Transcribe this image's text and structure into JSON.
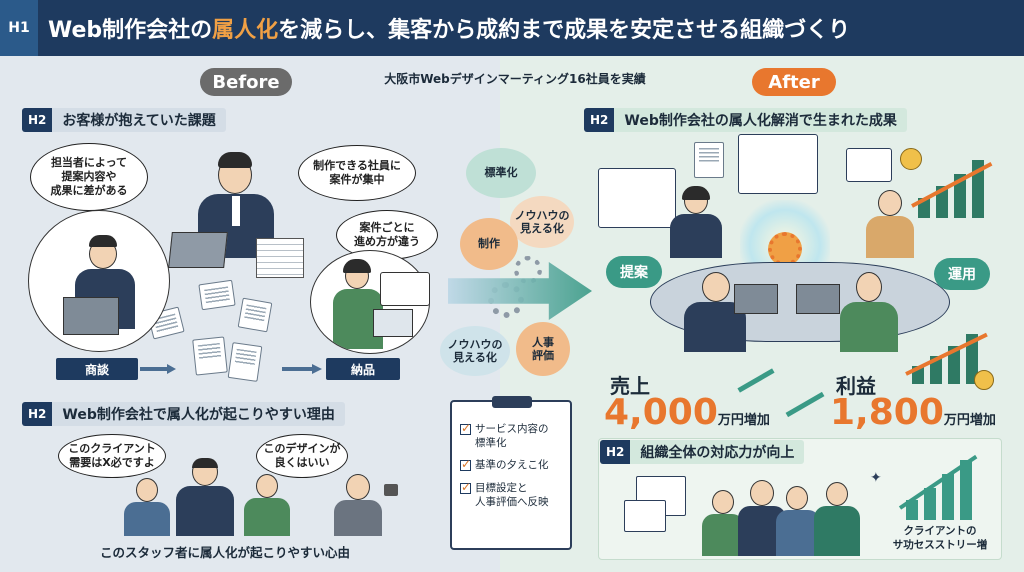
{
  "header": {
    "tag": "H1",
    "title_part1": "Web制作会社の",
    "title_highlight": "属人化",
    "title_part2": "を減らし、集客から成約まで成果を安定させる組織づくり"
  },
  "subtitle": "大阪市Webデザインマーティング16社員を実績",
  "before": {
    "label": "Before",
    "section1": {
      "tag": "H2",
      "title": "お客様が抱えていた課題"
    },
    "bubbles": [
      "担当者によって\n提案内容や\n成果に差がある",
      "制作できる社員に\n案件が集中",
      "案件ごとに\n進め方が違う"
    ],
    "speech_dots": "・・・",
    "flow_start": "商談",
    "flow_end": "納品",
    "section2": {
      "tag": "H2",
      "title": "Web制作会社で属人化が起こりやすい理由"
    },
    "reason_bubbles": [
      "このクライアント\n需要はX必ですよ",
      "このデザインが\n良くはいい"
    ],
    "caption": "このスタッフ者に属人化が起こりやすい心由"
  },
  "middle": {
    "gears": [
      "標準化",
      "ノウハウの\n見える化",
      "制作",
      "ノウハウの\n見える化",
      "人事\n評価"
    ],
    "checklist": [
      "サービス内容の\n標準化",
      "基準の夕えこ化",
      "目標設定と\n人事評価へ反映"
    ]
  },
  "after": {
    "label": "After",
    "section1": {
      "tag": "H2",
      "title": "Web制作会社の属人化解消で生まれた成果"
    },
    "cycle_left": "提案",
    "cycle_right": "運用",
    "sales": {
      "label": "売上",
      "value": "4,000",
      "unit": "万円増加"
    },
    "profit": {
      "label": "利益",
      "value": "1,800",
      "unit": "万円増加"
    },
    "section2": {
      "tag": "H2",
      "title": "組織全体の対応力が向上"
    },
    "caption": "クライアントの\nサ功セスストリー増"
  },
  "colors": {
    "navy": "#1e3a5f",
    "orange": "#e8772e",
    "teal": "#3a9a86",
    "before_bg": "#e2e8ee",
    "after_bg": "#e4efe9"
  }
}
